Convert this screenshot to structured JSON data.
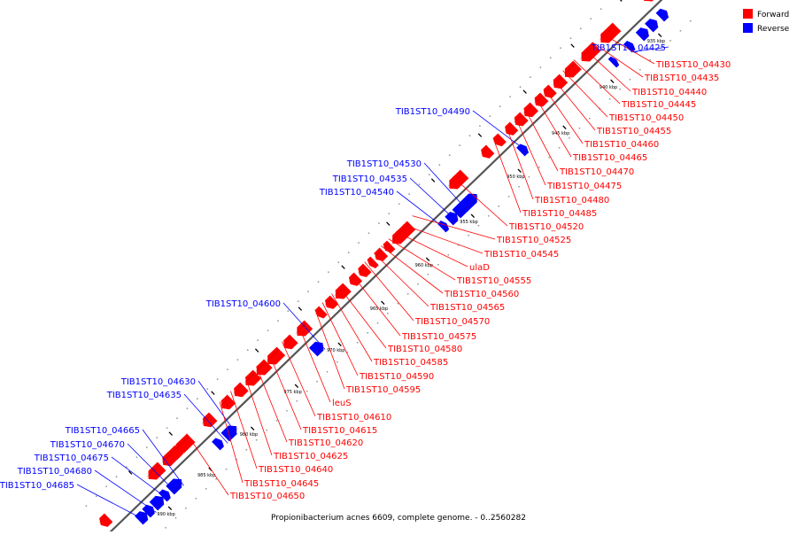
{
  "legend": {
    "forward": "Forward",
    "reverse": "Reverse",
    "forward_color": "#ff0000",
    "reverse_color": "#0000ff"
  },
  "caption": "Propionibacterium acnes 6609, complete genome. - 0..2560282",
  "ticks": [
    "935 kbp",
    "940 kbp",
    "945 kbp",
    "950 kbp",
    "955 kbp",
    "960 kbp",
    "965 kbp",
    "970 kbp",
    "975 kbp",
    "980 kbp",
    "985 kbp",
    "990 kbp"
  ],
  "reverse_labels": [
    "TIB1ST10_04425",
    "TIB1ST10_04490",
    "TIB1ST10_04530",
    "TIB1ST10_04535",
    "TIB1ST10_04540",
    "TIB1ST10_04600",
    "TIB1ST10_04630",
    "TIB1ST10_04635",
    "TIB1ST10_04665",
    "TIB1ST10_04670",
    "TIB1ST10_04675",
    "TIB1ST10_04680",
    "TIB1ST10_04685"
  ],
  "forward_labels": [
    "TIB1ST10_04430",
    "TIB1ST10_04435",
    "TIB1ST10_04440",
    "TIB1ST10_04445",
    "TIB1ST10_04450",
    "TIB1ST10_04455",
    "TIB1ST10_04460",
    "TIB1ST10_04465",
    "TIB1ST10_04470",
    "TIB1ST10_04475",
    "TIB1ST10_04480",
    "TIB1ST10_04485",
    "TIB1ST10_04520",
    "TIB1ST10_04525",
    "TIB1ST10_04545",
    "ulaD",
    "TIB1ST10_04555",
    "TIB1ST10_04560",
    "TIB1ST10_04565",
    "TIB1ST10_04570",
    "TIB1ST10_04575",
    "TIB1ST10_04580",
    "TIB1ST10_04585",
    "TIB1ST10_04590",
    "TIB1ST10_04595",
    "leuS",
    "TIB1ST10_04610",
    "TIB1ST10_04615",
    "TIB1ST10_04620",
    "TIB1ST10_04625",
    "TIB1ST10_04640",
    "TIB1ST10_04645",
    "TIB1ST10_04650"
  ]
}
